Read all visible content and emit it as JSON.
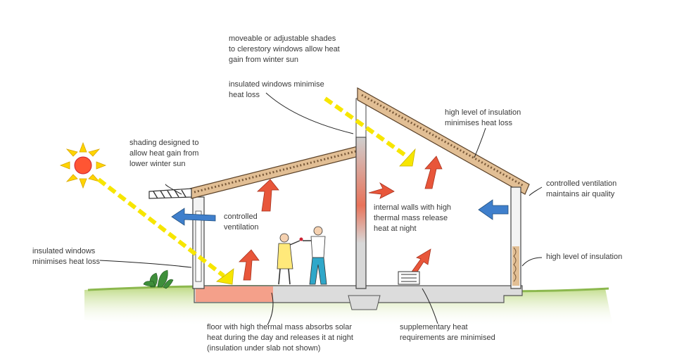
{
  "labels": {
    "clerestory_shades": [
      "moveable or adjustable shades",
      "to clerestory windows allow heat",
      "gain from winter sun"
    ],
    "insulated_windows_top": [
      "insulated windows minimise",
      "heat loss"
    ],
    "insulation_roof": [
      "high level of insulation",
      "minimises heat loss"
    ],
    "shading_designed": [
      "shading designed to",
      "allow heat gain from",
      "lower winter sun"
    ],
    "controlled_ventilation_air": [
      "controlled ventilation",
      "maintains air quality"
    ],
    "controlled_ventilation": [
      "controlled",
      "ventilation"
    ],
    "internal_walls": [
      "internal walls with high",
      "thermal mass release",
      "heat at night"
    ],
    "insulated_windows_left": [
      "insulated windows",
      "minimises heat loss"
    ],
    "insulation_wall": [
      "high level of insulation"
    ],
    "floor_mass": [
      "floor with high thermal mass absorbs solar",
      "heat during the day and releases it at night",
      "(insulation under slab not shown)"
    ],
    "supplementary_heat": [
      "supplementary heat",
      "requirements are minimised"
    ]
  },
  "colors": {
    "ground": "#9cc25a",
    "roof_insulation": "#d9b48a",
    "sun": "#ff5533",
    "sun_rays": "#ffd400",
    "sun_beam": "#f7e600",
    "warm_arrow": "#e8563a",
    "cool_arrow": "#3f7fcc",
    "slab": "#d8d8d8",
    "warm_floor": "#f08a6a"
  },
  "icons": [
    "sun-icon",
    "heat-arrow-icon",
    "vent-arrow-icon",
    "people-figures",
    "plant-icon",
    "heater-icon"
  ]
}
